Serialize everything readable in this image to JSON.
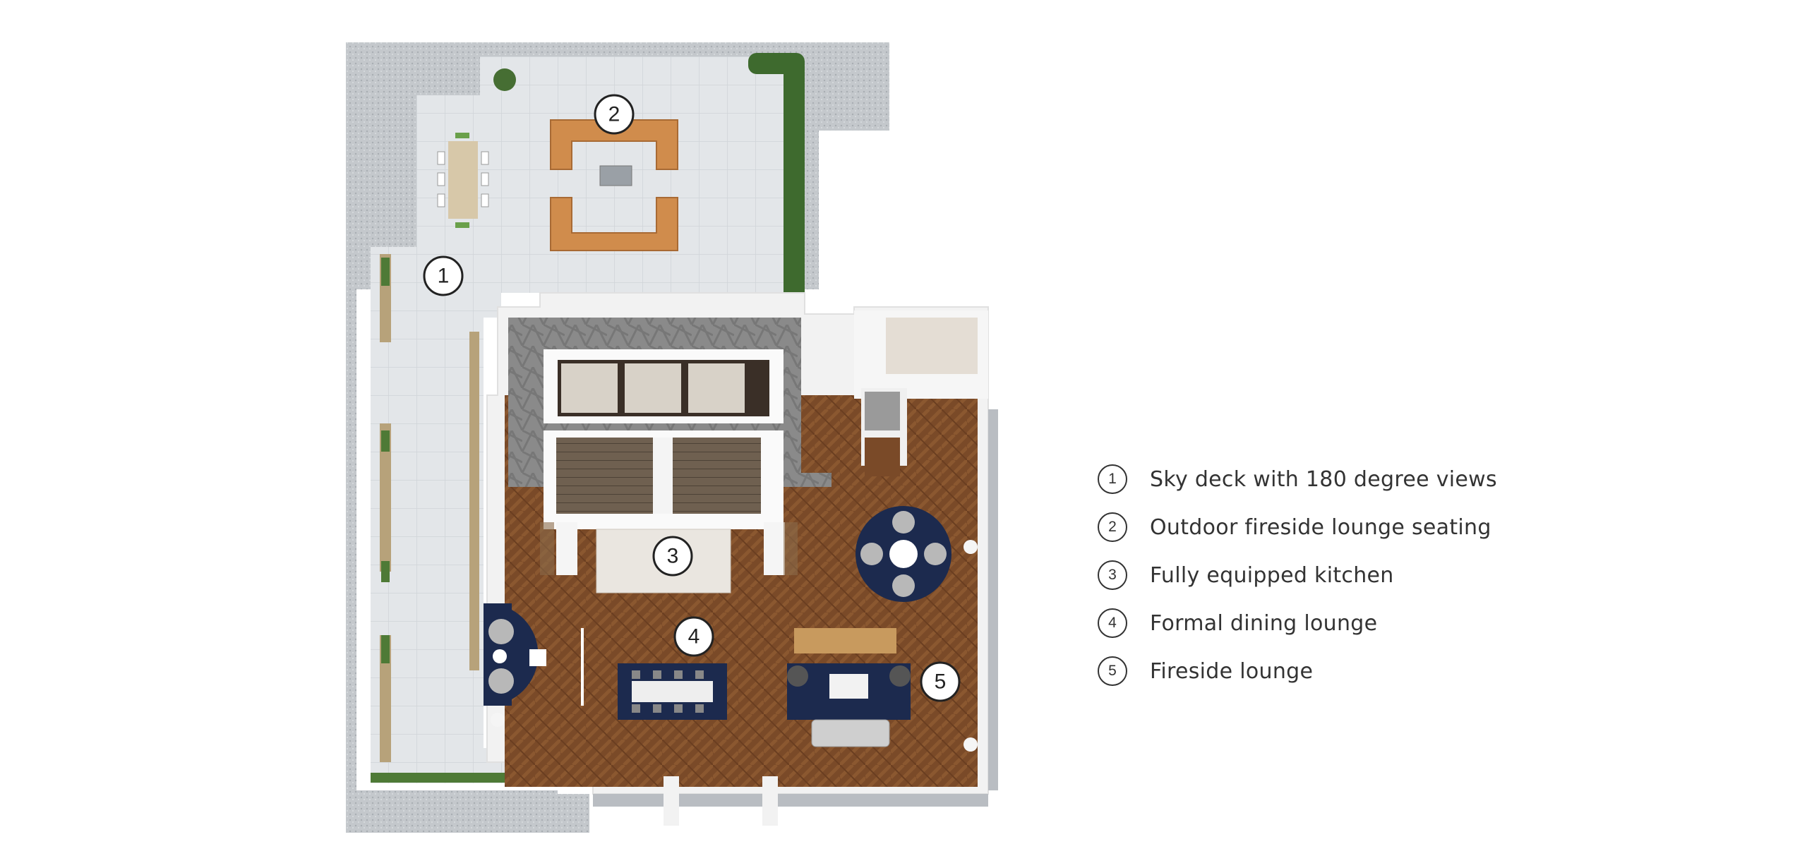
{
  "legend": [
    {
      "number": "1",
      "label": "Sky deck with 180 degree views"
    },
    {
      "number": "2",
      "label": "Outdoor fireside lounge seating"
    },
    {
      "number": "3",
      "label": "Fully equipped kitchen"
    },
    {
      "number": "4",
      "label": "Formal dining lounge"
    },
    {
      "number": "5",
      "label": "Fireside lounge"
    }
  ],
  "map_markers": [
    "1",
    "2",
    "3",
    "4",
    "5"
  ],
  "colors": {
    "gravel": "#c9ccd0",
    "deck_tile": "#e4e7ea",
    "wood_floor": "#7a4a28",
    "wall": "#f4f4f4",
    "stone_tile": "#8c8c8c",
    "rug": "#1c2a4e",
    "sofa": "#d08c4c",
    "hedge": "#3e6a2e",
    "text": "#333333"
  }
}
